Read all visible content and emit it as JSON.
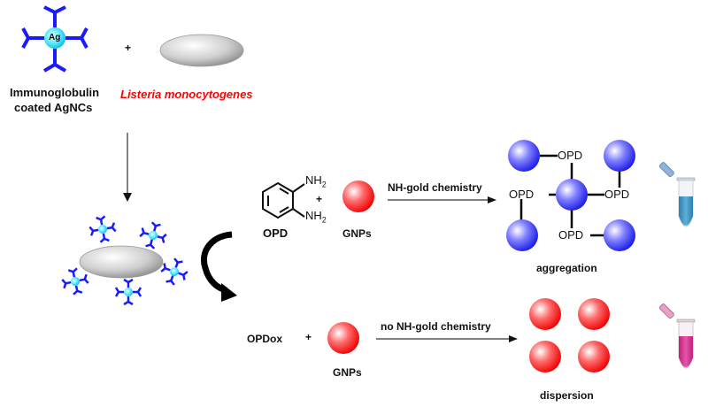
{
  "reactants": {
    "agnc_core": "Ag",
    "agnc_label_line1": "Immunoglobulin",
    "agnc_label_line2": "coated AgNCs",
    "plus": "+",
    "bacteria_label": "Listeria monocytogenes"
  },
  "top_reaction": {
    "opd_nh2_top": "NH",
    "opd_nh2_bottom": "NH",
    "subscript": "2",
    "opd_label": "OPD",
    "plus": "+",
    "gnp_label": "GNPs",
    "arrow_label": "NH-gold chemistry",
    "product_links": [
      "OPD",
      "OPD",
      "OPD",
      "OPD"
    ],
    "product_label": "aggregation"
  },
  "bottom_reaction": {
    "reactant_label": "OPDox",
    "plus": "+",
    "gnp_label": "GNPs",
    "arrow_label": "no NH-gold chemistry",
    "product_label": "dispersion"
  },
  "colors": {
    "antibody": "#1a1aff",
    "core": "#33e0ff",
    "bacteria_label": "#ff0000",
    "gnp_red": "#ff1a1a",
    "aggregate_blue": "#3333ff",
    "tube_blue": "#3f93bd",
    "tube_pink": "#d4338e"
  }
}
